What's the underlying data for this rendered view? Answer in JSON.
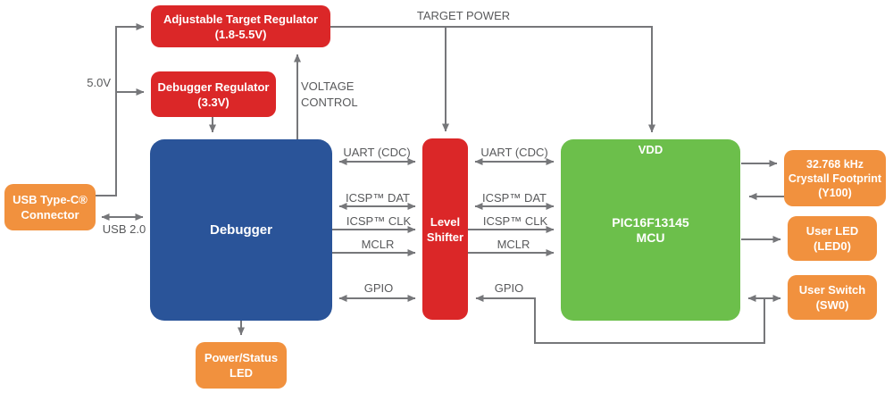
{
  "colors": {
    "regulator_red": "#db2728",
    "debugger_blue": "#2a5499",
    "mcu_green": "#6cbf4b",
    "peripheral_orange": "#f1913e",
    "wire_gray": "#76777a",
    "label_gray": "#58595b"
  },
  "blocks": {
    "adjustable_target_regulator": {
      "line1": "Adjustable Target Regulator",
      "line2": "(1.8-5.5V)"
    },
    "debugger_regulator": {
      "line1": "Debugger Regulator",
      "line2": "(3.3V)"
    },
    "usb_connector": {
      "line1": "USB Type-C®",
      "line2": "Connector"
    },
    "debugger": {
      "label": "Debugger"
    },
    "level_shifter": {
      "line1": "Level",
      "line2": "Shifter"
    },
    "mcu": {
      "pin_label": "VDD",
      "line1": "PIC16F13145",
      "line2": "MCU"
    },
    "crystal": {
      "line1": "32.768 kHz",
      "line2": "Crystall Footprint",
      "line3": "(Y100)"
    },
    "user_led": {
      "line1": "User LED",
      "line2": "(LED0)"
    },
    "user_switch": {
      "line1": "User Switch",
      "line2": "(SW0)"
    },
    "power_status_led": {
      "line1": "Power/Status",
      "line2": "LED"
    }
  },
  "signal_labels": {
    "target_power": "TARGET POWER",
    "supply_5v": "5.0V",
    "voltage_control_line1": "VOLTAGE",
    "voltage_control_line2": "CONTROL",
    "usb_2_0": "USB 2.0",
    "uart_left": "UART (CDC)",
    "uart_right": "UART (CDC)",
    "icsp_dat_left": "ICSP™ DAT",
    "icsp_dat_right": "ICSP™ DAT",
    "icsp_clk_left": "ICSP™ CLK",
    "icsp_clk_right": "ICSP™ CLK",
    "mclr_left": "MCLR",
    "mclr_right": "MCLR",
    "gpio_left": "GPIO",
    "gpio_right": "GPIO"
  }
}
